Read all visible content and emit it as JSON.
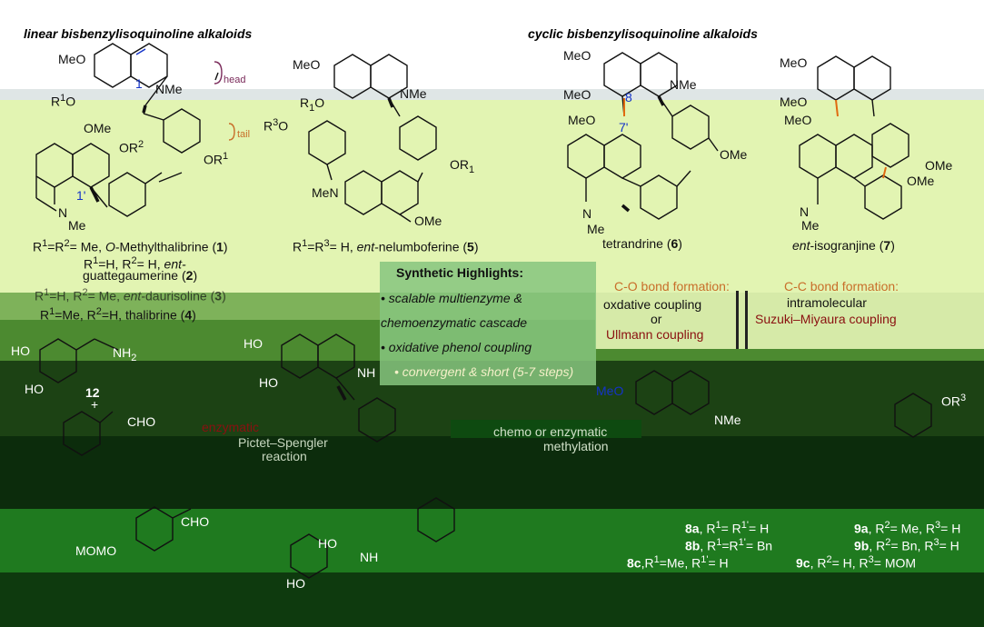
{
  "titles": {
    "linear": "linear bisbenzylisoquinoline alkaloids",
    "cyclic": "cyclic bisbenzylisoquinoline alkaloids"
  },
  "labels": {
    "head": "head",
    "tail": "tail",
    "meo": "MeO",
    "nme": "NMe",
    "me": "Me",
    "nh": "NH",
    "nh2": "NH",
    "sub2": "2",
    "r1o": "R",
    "ome": "OMe",
    "or2": "OR",
    "or1": "OR",
    "r3o": "R",
    "ho": "HO",
    "cho": "CHO",
    "momo": "MOMO",
    "n": "N",
    "or3": "OR",
    "pos1": "1",
    "pos1p": "1'",
    "pos8": "8",
    "pos7p": "7'",
    "num12": "12",
    "plus": "+"
  },
  "compounds": {
    "c1": {
      "text_a": "R",
      "text_b": "=R",
      "text_c": "= Me, ",
      "text_d": "O",
      "text_e": "-Methylthalibrine (",
      "num": "1",
      "close": ")"
    },
    "c2_line1": {
      "a": "R",
      "b": "=H, R",
      "c": "= H, ",
      "d": "ent-"
    },
    "c2_line2": {
      "a": "guattegaumerine (",
      "num": "2",
      "close": ")"
    },
    "c3": {
      "a": "R",
      "b": "=H, R",
      "c": "= Me, ",
      "d": "ent",
      "e": "-daurisoline (",
      "num": "3",
      "close": ")"
    },
    "c4": {
      "a": "R",
      "b": "=Me, R",
      "c": "=H, thalibrine (",
      "num": "4",
      "close": ")"
    },
    "c5": {
      "a": "R",
      "b": "=R",
      "c": "= H, ",
      "d": "ent",
      "e": "-nelumboferine (",
      "num": "5",
      "close": ")"
    },
    "c6": {
      "a": "tetrandrine (",
      "num": "6",
      "close": ")"
    },
    "c7": {
      "a": "ent",
      "b": "-isogranjine (",
      "num": "7",
      "close": ")"
    }
  },
  "highlights": {
    "title": "Synthetic Highlights:",
    "items": [
      "• scalable multienzyme &",
      "chemoenzymatic cascade",
      "• oxidative phenol coupling",
      "• convergent & short (5-7 steps)"
    ]
  },
  "bond_formation": {
    "co_label": "C-O bond formation:",
    "cc_label": "C-C bond formation:",
    "oxidative": "oxdative coupling",
    "or": "or",
    "ullmann": "Ullmann coupling",
    "intramolecular": "intramolecular",
    "suzuki": "Suzuki–Miyaura coupling"
  },
  "reactions": {
    "enzymatic": "enzymatic",
    "pictet1": "Pictet–Spengler",
    "pictet2": "reaction",
    "methyl1": "chemo or enzymatic",
    "methyl2": "methylation"
  },
  "intermediates": {
    "i8a": {
      "num": "8a",
      "a": ", R",
      "b": "= R",
      "c": "= H"
    },
    "i8b": {
      "num": "8b",
      "a": ", R",
      "b": "=R",
      "c": "= Bn"
    },
    "i8c": {
      "num": "8c",
      "a": ",R",
      "b": "=Me, R",
      "c": "= H"
    },
    "i9a": {
      "num": "9a",
      "a": ", R",
      "b": "= Me, R",
      "c": "= H"
    },
    "i9b": {
      "num": "9b",
      "a": ", R",
      "b": "= Bn, R",
      "c": "= H"
    },
    "i9c": {
      "num": "9c",
      "a": ", R",
      "b": "= H, R",
      "c": "= MOM"
    }
  },
  "colors": {
    "band_light": "#e2f4b2",
    "band_mid": "#5e9a3a",
    "band_dark": "#163a10",
    "band_green": "#1e7a1e",
    "highlight_box": "#86c47e",
    "accent_blue": "#1433c8",
    "accent_red": "#8a1010",
    "accent_orange": "#c86e2a"
  }
}
